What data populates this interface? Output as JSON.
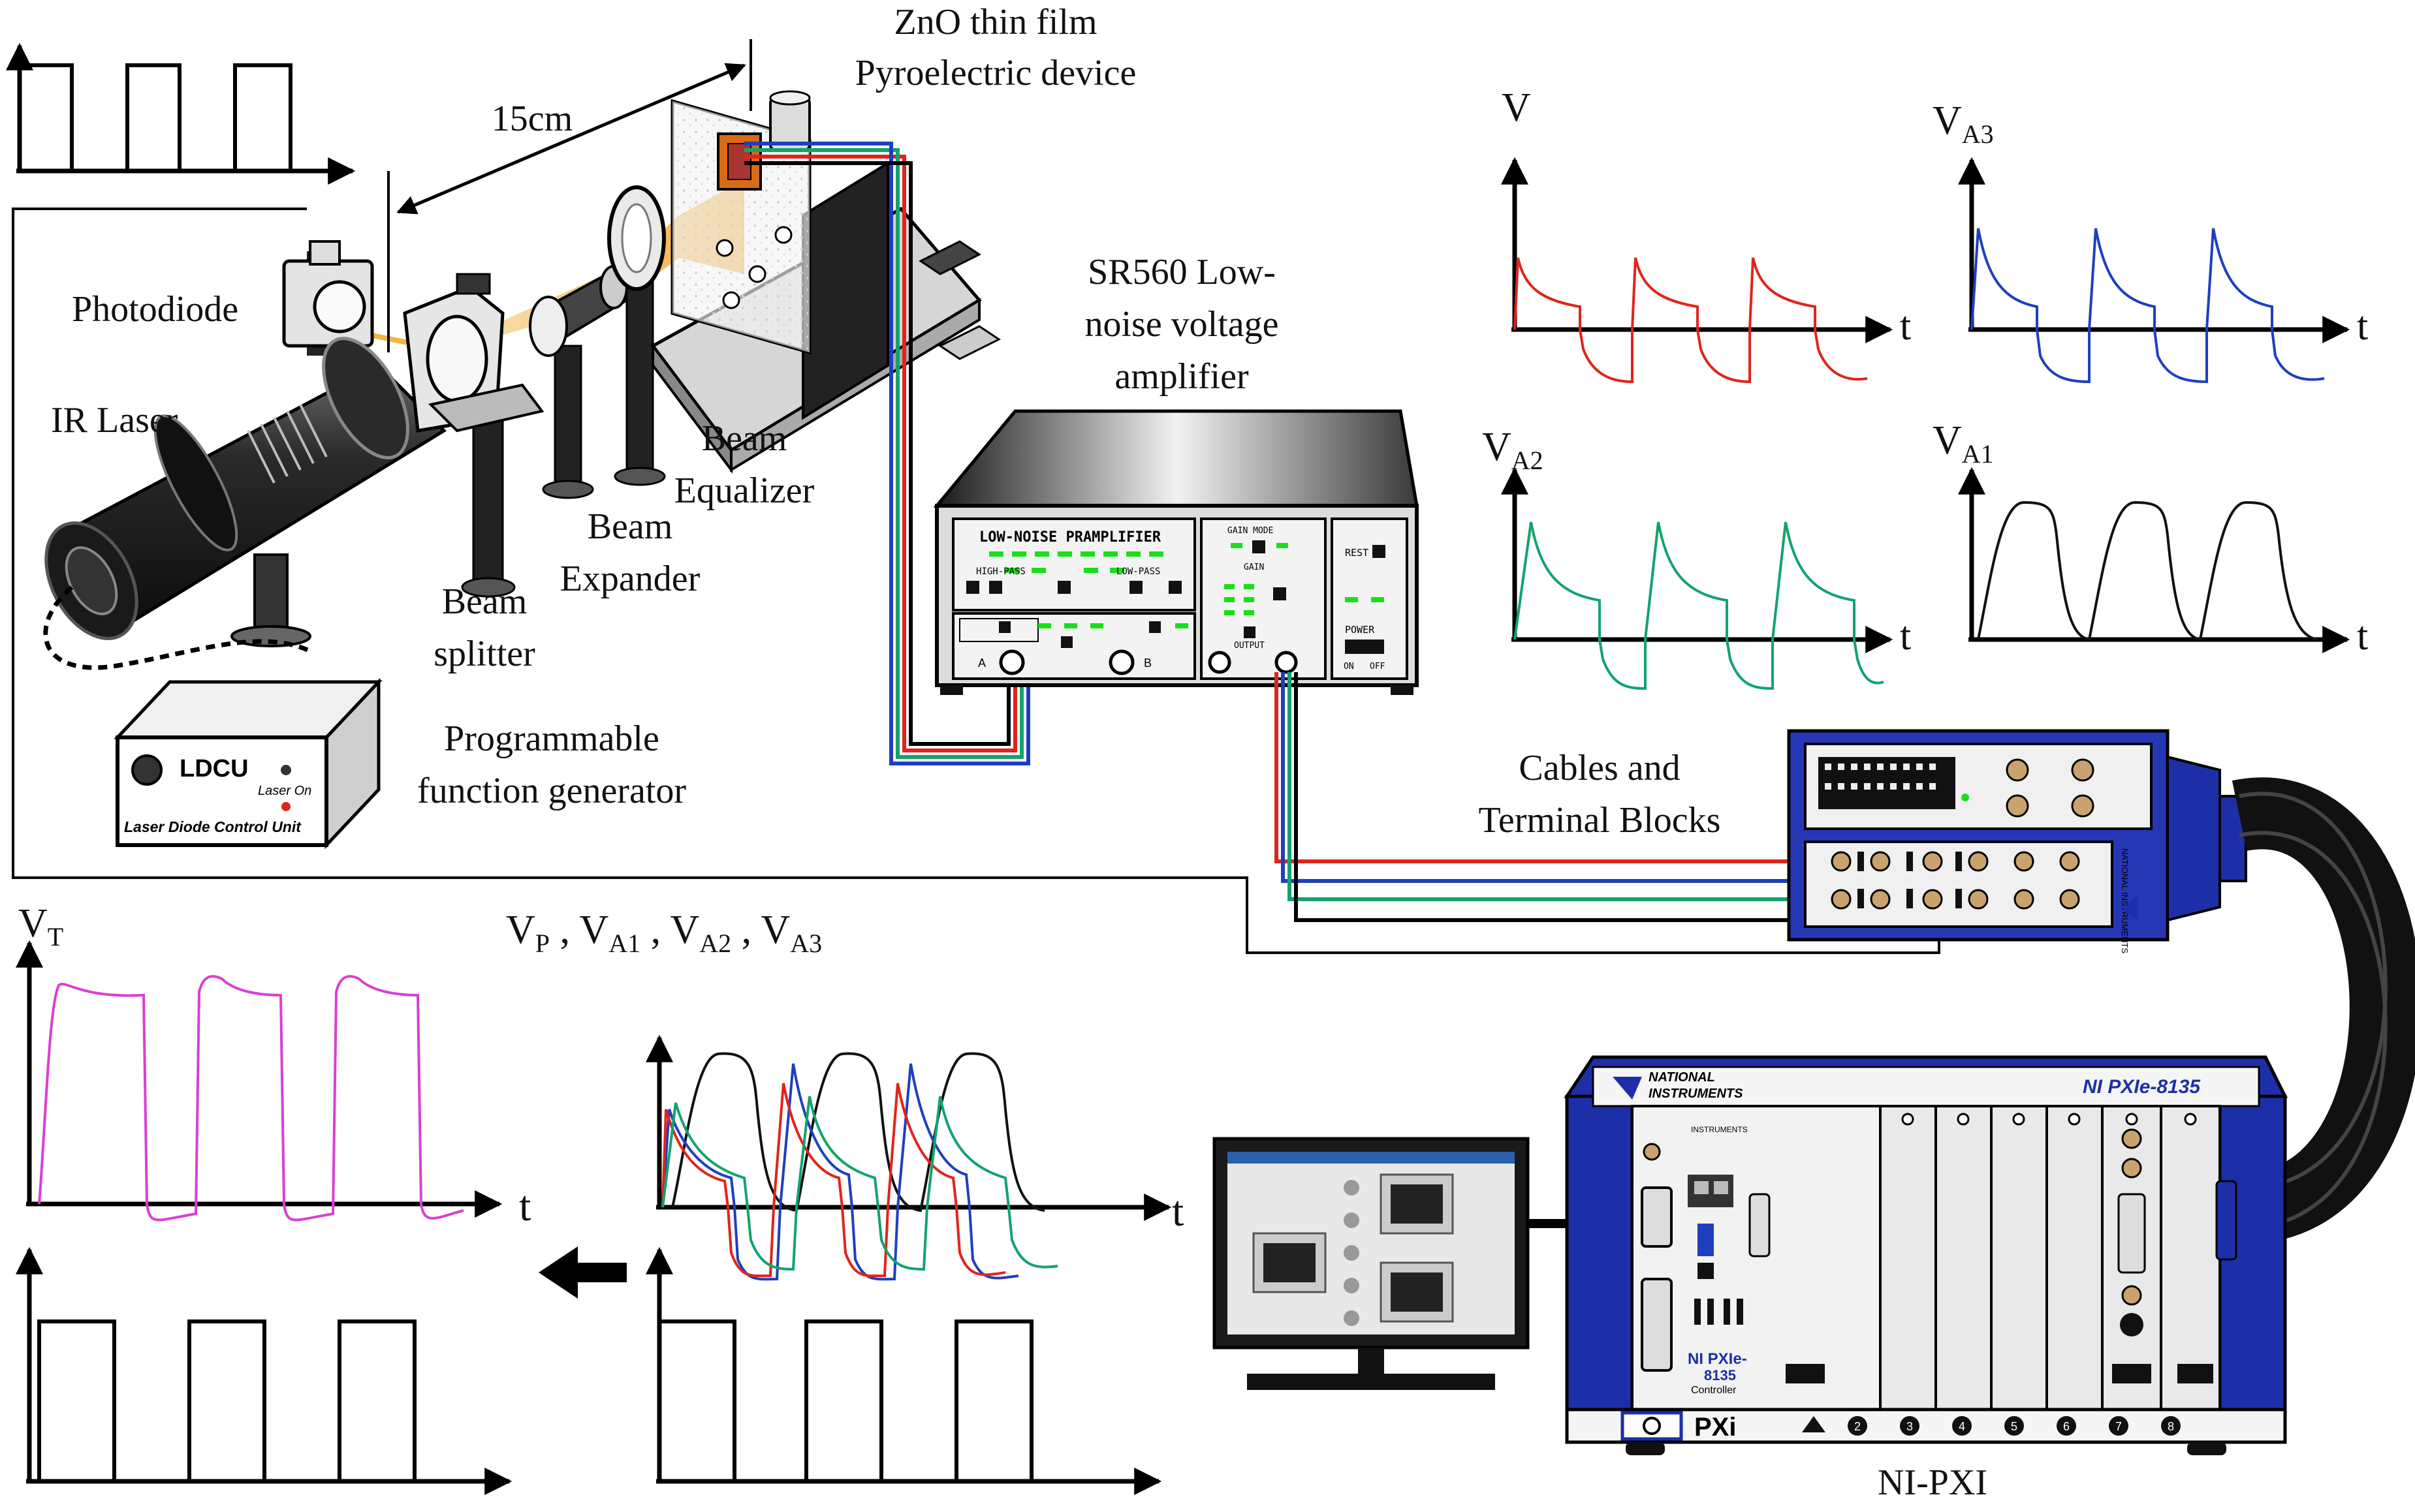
{
  "colors": {
    "red": "#e0241b",
    "blue": "#1f3fbf",
    "green": "#13a36b",
    "magenta": "#d93fd3",
    "black": "#111111",
    "ni_blue": "#1d2fa8",
    "led_green": "#18e018"
  },
  "labels": {
    "film_line1": "ZnO thin film",
    "film_line2": "Pyroelectric device",
    "distance": "15cm",
    "photodiode": "Photodiode",
    "ir_laser": "IR Laser",
    "beam_equalizer_1": "Beam",
    "beam_equalizer_2": "Equalizer",
    "beam_expander_1": "Beam",
    "beam_expander_2": "Expander",
    "beam_splitter_1": "Beam",
    "beam_splitter_2": "splitter",
    "fg_line1": "Programmable",
    "fg_line2": "function generator",
    "amp_line1": "SR560 Low-",
    "amp_line2": "noise voltage",
    "amp_line3": "amplifier",
    "cables_line1": "Cables and",
    "cables_line2": "Terminal Blocks",
    "nipxi": "NI-PXI"
  },
  "ldcu": {
    "title": "LDCU",
    "laser_on": "Laser On",
    "subtitle": "Laser Diode Control Unit"
  },
  "amplifier_panel": {
    "title": "LOW-NOISE PRAMPLIFIER",
    "high_pass": "HIGH-PASS",
    "low_pass": "LOW-PASS",
    "gain_mode": "GAIN MODE",
    "gain": "GAIN",
    "output": "OUTPUT",
    "rest": "REST",
    "power": "POWER",
    "on": "ON",
    "off": "OFF",
    "input_a": "A",
    "input_b": "B"
  },
  "pxi": {
    "brand_line1": "NATIONAL",
    "brand_line2": "INSTRUMENTS",
    "model": "NI PXIe-8135",
    "controller_label_1": "NI PXIe-",
    "controller_label_2": "8135",
    "controller_label_3": "Controller",
    "pxi_text": "PXi",
    "slot_numbers": [
      "2",
      "3",
      "4",
      "5",
      "6",
      "7",
      "8"
    ]
  },
  "terminal_block": {
    "brand": "NATIONAL INSTRUMENTS"
  },
  "plots": {
    "v": {
      "label": "V",
      "sub": "",
      "axis": "t"
    },
    "va3": {
      "label": "V",
      "sub": "A3",
      "axis": "t"
    },
    "va2": {
      "label": "V",
      "sub": "A2",
      "axis": "t"
    },
    "va1": {
      "label": "V",
      "sub": "A1",
      "axis": "t"
    },
    "vt": {
      "label": "V",
      "sub": "T",
      "axis": "t"
    },
    "combined": {
      "label": "V",
      "parts": [
        {
          "sub": "P",
          "sep": " , V"
        },
        {
          "sub": "A1",
          "sep": " , V"
        },
        {
          "sub": "A2",
          "sep": " , V"
        },
        {
          "sub": "A3",
          "sep": ""
        }
      ],
      "axis": "t"
    }
  }
}
